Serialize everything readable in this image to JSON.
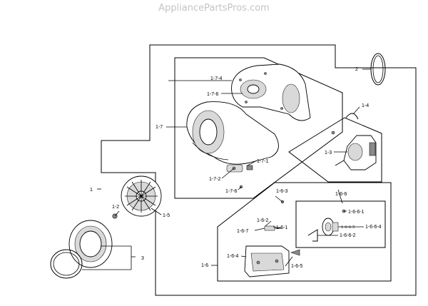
{
  "watermark": "AppliancePartsPros.com",
  "callouts": {
    "c1": "1",
    "c1_2": "1-2",
    "c1_5": "1-5",
    "c1_3": "1-3",
    "c1_4": "1-4",
    "c1_6": "1-6",
    "c1_6_2": "1-6-2",
    "c1_6_1": "1-6-1",
    "c1_6_3": "1-6-3",
    "c1_6_4": "1-6-4",
    "c1_6_5": "1-6-5",
    "c1_6_6": "1-6-6",
    "c1_6_6_1": "1-6-6-1",
    "c1_6_6_2": "1-6-6-2",
    "c1_6_6_4": "1-6-6-4",
    "c1_6_6_5": "1-6-6-5",
    "c1_6_7": "1-6-7",
    "c1_7": "1-7",
    "c1_7_1": "1-7-1",
    "c1_7_2": "1-7-2",
    "c1_7_4": "1-7-4",
    "c1_7_6a": "1-7-6",
    "c1_7_6b": "1-7-6",
    "c2": "2",
    "c3": "3"
  }
}
